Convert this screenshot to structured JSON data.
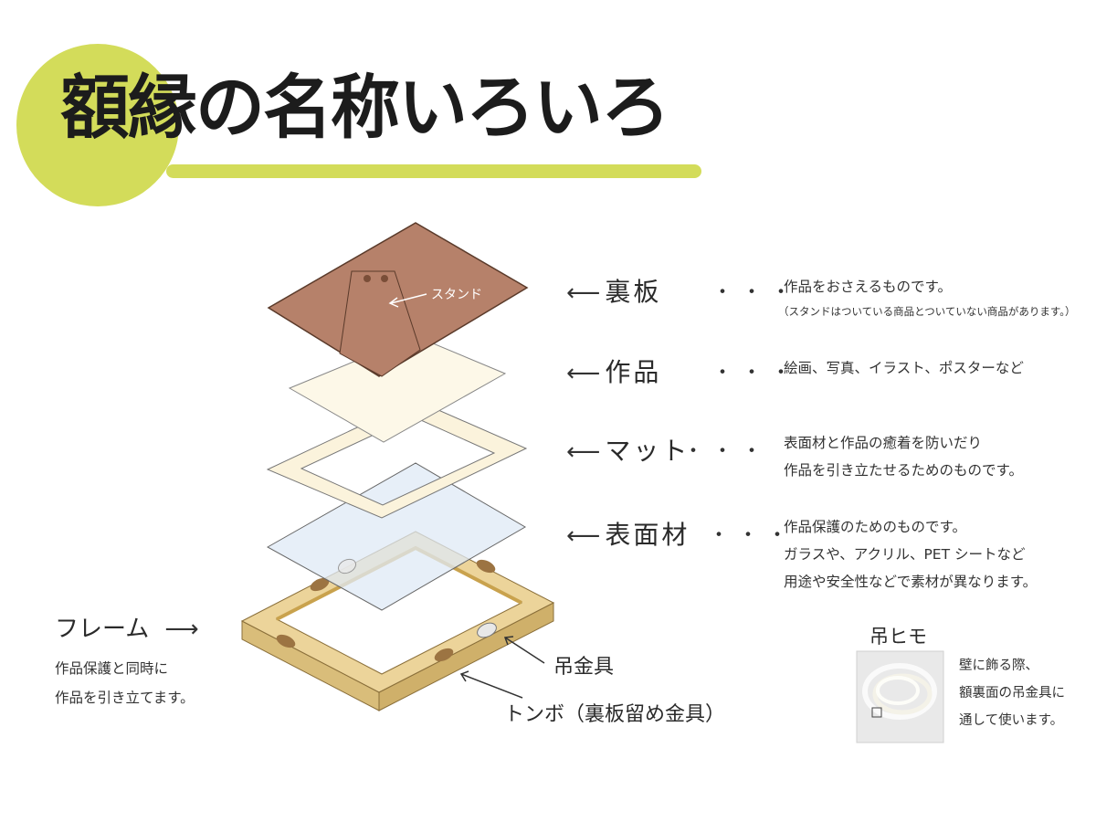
{
  "title": {
    "text": "額縁の名称いろいろ",
    "accent_color": "#d3dc5a"
  },
  "parts": [
    {
      "name": "裏板",
      "arrow": "⟵",
      "dots": "・・・",
      "description": [
        "作品をおさえるものです。"
      ],
      "note": "（スタンドはついている商品とついていない商品があります。）"
    },
    {
      "name": "作品",
      "arrow": "⟵",
      "dots": "・・・",
      "description": [
        "絵画、写真、イラスト、ポスターなど"
      ]
    },
    {
      "name": "マット",
      "arrow": "⟵",
      "dots": "・・・",
      "description": [
        "表面材と作品の癒着を防いだり",
        "作品を引き立たせるためのものです。"
      ]
    },
    {
      "name": "表面材",
      "arrow": "⟵",
      "dots": "・・・",
      "description": [
        "作品保護のためのものです。",
        "ガラスや、アクリル、PET シートなど",
        "用途や安全性などで素材が異なります。"
      ]
    }
  ],
  "stand_label": "スタンド",
  "frame": {
    "name": "フレーム",
    "arrow": "⟶",
    "description": [
      "作品保護と同時に",
      "作品を引き立てます。"
    ]
  },
  "callouts": {
    "hanging_hardware": "吊金具",
    "tonbo": "トンボ（裏板留め金具）"
  },
  "hanging_cord": {
    "title": "吊ヒモ",
    "description": [
      "壁に飾る際、",
      "額裏面の吊金具に",
      "通して使います。"
    ]
  },
  "colors": {
    "back_board": "#b6816a",
    "artwork": "#fdf8e8",
    "mat": "#fbf3dc",
    "glazing": "#e4eef8",
    "frame_wood": "#ecd49a",
    "frame_dark": "#c9a24d"
  }
}
